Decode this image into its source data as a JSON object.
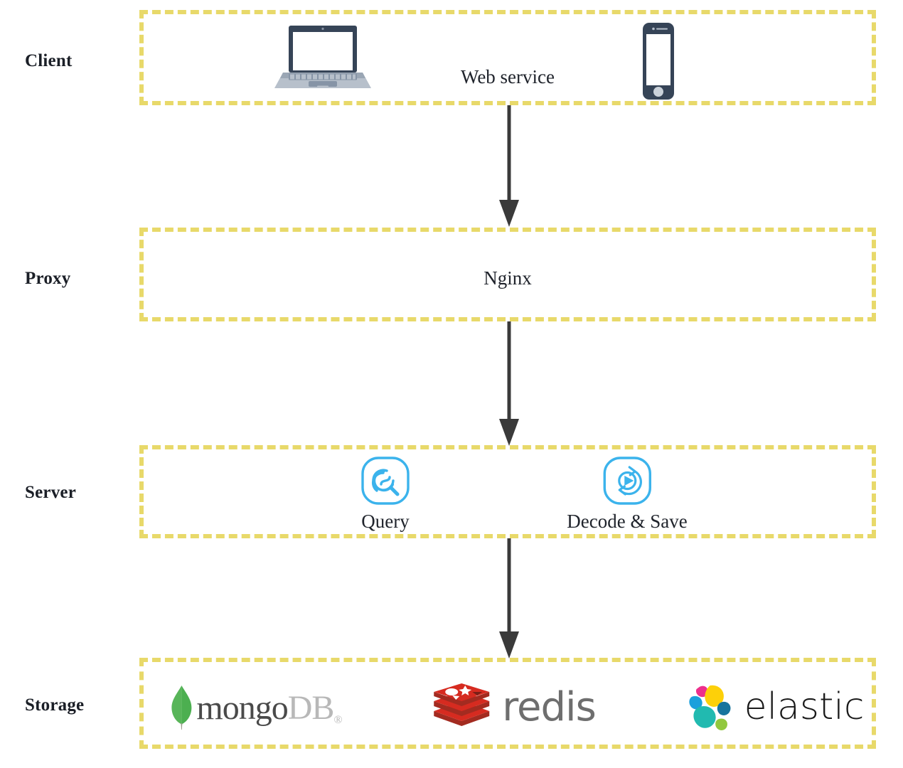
{
  "diagram": {
    "type": "architecture-layered",
    "accent_border_color": "#e8d96a",
    "arrow_color": "#3a3a3a",
    "rows": [
      {
        "label": "Client",
        "items": [
          {
            "name": "laptop-icon",
            "label": ""
          },
          {
            "name": "web-service-label",
            "label": "Web service"
          },
          {
            "name": "smartphone-icon",
            "label": ""
          }
        ]
      },
      {
        "label": "Proxy",
        "items": [
          {
            "name": "nginx-label",
            "label": "Nginx"
          }
        ]
      },
      {
        "label": "Server",
        "items": [
          {
            "name": "query-service",
            "label": "Query"
          },
          {
            "name": "decode-save-service",
            "label": "Decode & Save"
          }
        ]
      },
      {
        "label": "Storage",
        "items": [
          {
            "name": "mongodb-logo",
            "label": "mongoDB"
          },
          {
            "name": "redis-logo",
            "label": "redis"
          },
          {
            "name": "elastic-logo",
            "label": "elastic"
          }
        ]
      }
    ],
    "labels": {
      "client": "Client",
      "proxy": "Proxy",
      "server": "Server",
      "storage": "Storage",
      "web_service": "Web service",
      "nginx": "Nginx",
      "query": "Query",
      "decode_save": "Decode & Save",
      "mongodb_mongo": "mongo",
      "mongodb_db": "DB",
      "mongodb_reg": "®",
      "redis": "redis",
      "elastic": "elastic"
    },
    "connections": [
      {
        "from": "Client",
        "to": "Proxy",
        "style": "solid-arrow-down"
      },
      {
        "from": "Proxy",
        "to": "Server",
        "style": "solid-arrow-down"
      },
      {
        "from": "Server",
        "to": "Storage",
        "style": "solid-arrow-down"
      }
    ],
    "colors": {
      "border": "#e8d96a",
      "arrow": "#3a3a3a",
      "device": "#364457",
      "service_icon": "#3bb3ec",
      "mongo_green": "#4caf50",
      "redis_red": "#d62b20",
      "elastic_yellow": "#fdd009",
      "elastic_teal": "#21bab0",
      "elastic_pink": "#ed2f8c",
      "elastic_blue": "#1ba0dc",
      "text": "#20242c"
    }
  }
}
